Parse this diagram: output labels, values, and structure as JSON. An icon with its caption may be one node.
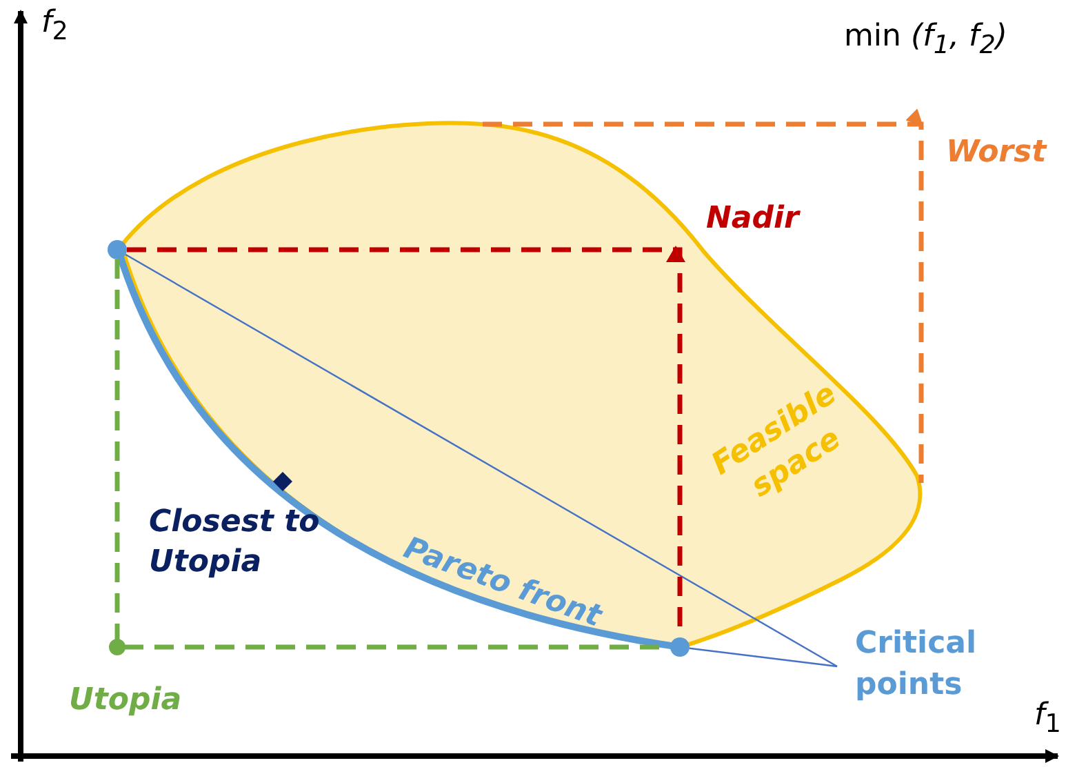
{
  "diagram": {
    "nodes": [
      {
        "text": [
          "Critical points"
        ]
      },
      {
        "text": [],
        "shape": "circle"
      },
      {
        "text": [],
        "shape": "circle"
      }
    ],
    "edges": [
      {
        "from": 0,
        "to": 1,
        "arrow": "none"
      },
      {
        "from": 0,
        "to": 2,
        "arrow": "none"
      },
      {
        "from": 1,
        "to": 2,
        "arrow": "none",
        "style": "dashed",
        "color": "#c00000"
      },
      {
        "from": 1,
        "to": 2,
        "arrow": "none",
        "style": "dashed",
        "color": "#70ad47"
      }
    ],
    "labels": [
      "*f*$_{2}$",
      "min *(f$_{1}$, f$_{2}$)*",
      "Worst",
      "Nadir",
      "Closest to Utopia",
      "Pareto front",
      "Feasible space",
      "Utopia",
      "*f*$_{1}$"
    ]
  }
}
